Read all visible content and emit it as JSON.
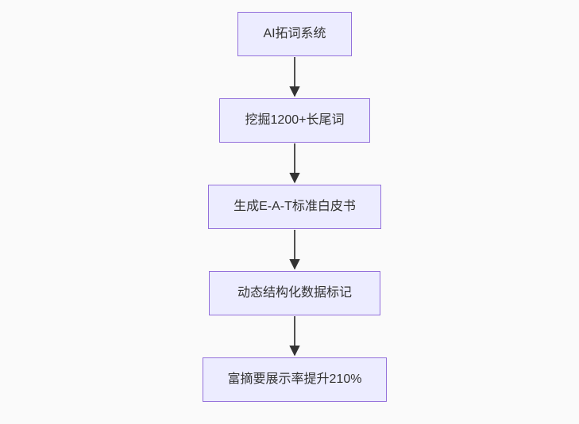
{
  "flowchart": {
    "type": "flowchart",
    "direction": "top-down",
    "nodes": [
      {
        "label": "AI拓词系统"
      },
      {
        "label": "挖掘1200+长尾词"
      },
      {
        "label": "生成E-A-T标准白皮书"
      },
      {
        "label": "动态结构化数据标记"
      },
      {
        "label": "富摘要展示率提升210%"
      }
    ],
    "edges": [
      {
        "from": "AI拓词系统",
        "to": "挖掘1200+长尾词"
      },
      {
        "from": "挖掘1200+长尾词",
        "to": "生成E-A-T标准白皮书"
      },
      {
        "from": "生成E-A-T标准白皮书",
        "to": "动态结构化数据标记"
      },
      {
        "from": "动态结构化数据标记",
        "to": "富摘要展示率提升210%"
      }
    ],
    "colors": {
      "background": "#fafafa",
      "node_fill": "#ECECFF",
      "node_border": "#9370DB",
      "edge": "#333333",
      "text": "#333333"
    }
  }
}
